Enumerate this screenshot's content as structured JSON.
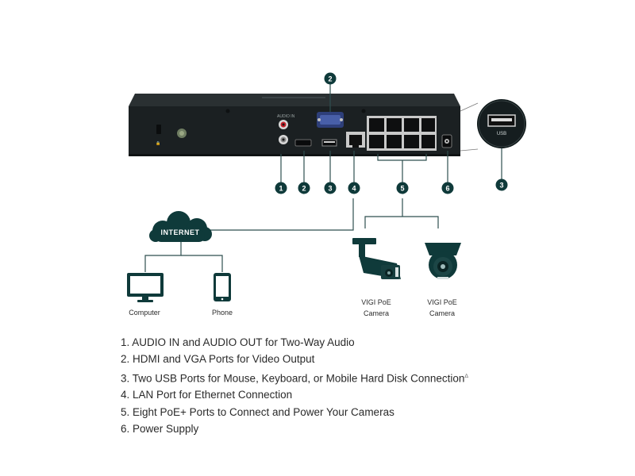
{
  "device": {
    "usb_label": "USB"
  },
  "callouts": [
    {
      "number": "1"
    },
    {
      "number": "2"
    },
    {
      "number": "3"
    },
    {
      "number": "4"
    },
    {
      "number": "5"
    },
    {
      "number": "6"
    }
  ],
  "network": {
    "cloud_label": "INTERNET",
    "computer_label": "Computer",
    "phone_label": "Phone",
    "camera1_label_line1": "VIGI PoE",
    "camera1_label_line2": "Camera",
    "camera2_label_line1": "VIGI PoE",
    "camera2_label_line2": "Camera"
  },
  "features": [
    {
      "text": "1. AUDIO IN and AUDIO OUT for Two-Way Audio"
    },
    {
      "text": "2. HDMI and VGA Ports for Video Output"
    },
    {
      "text": "3. Two USB Ports for Mouse, Keyboard, or Mobile Hard Disk Connection",
      "mark": "∆"
    },
    {
      "text": "4. LAN Port for Ethernet Connection"
    },
    {
      "text": "5. Eight PoE+ Ports to Connect and Power Your Cameras"
    },
    {
      "text": "6. Power Supply"
    }
  ],
  "colors": {
    "accent": "#0f3a3a",
    "device_body": "#1d2224",
    "line": "#2f4f4f"
  }
}
